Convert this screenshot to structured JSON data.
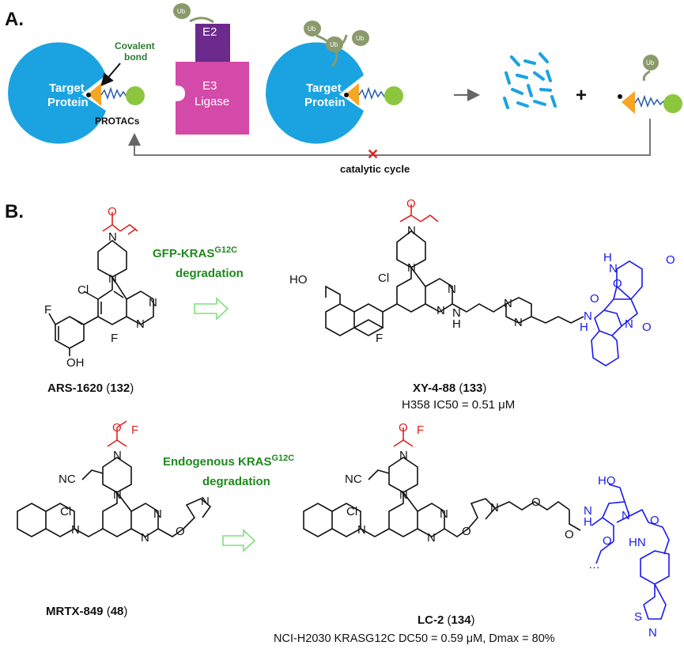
{
  "panel_a": {
    "label": "A.",
    "covalent_bond": [
      "Covalent",
      "bond"
    ],
    "target_protein": [
      "Target",
      "Protein"
    ],
    "protacs": "PROTACs",
    "e2": "E2",
    "e3": [
      "E3",
      "Ligase"
    ],
    "ub": "Ub",
    "catalytic_cycle": "catalytic cycle",
    "plus": "+"
  },
  "panel_b": {
    "label": "B.",
    "arrow1_label": {
      "line1": "GFP-KRAS",
      "sup": "G12C",
      "line2": "degradation"
    },
    "arrow2_label": {
      "line1": "Endogenous KRAS",
      "sup": "G12C",
      "line2": "degradation"
    },
    "compounds": [
      {
        "name": "ARS-1620",
        "id": "132"
      },
      {
        "name": "XY-4-88",
        "id": "133",
        "activity": "H358 IC50 = 0.51 μM"
      },
      {
        "name": "MRTX-849",
        "id": "48"
      },
      {
        "name": "LC-2",
        "id": "134",
        "activity": "NCI-H2030 KRASG12C DC50 = 0.59 μM, Dmax = 80%"
      }
    ]
  },
  "colors": {
    "protein": "#1aa3e0",
    "ligase": "#d44aa8",
    "e2": "#6b2a8c",
    "ligand": "#f5a623",
    "green_ball": "#8cc63f",
    "ub": "#8a9a6a",
    "warhead": "#e02020",
    "degron": "#1a1aee",
    "arrow_text": "#1e8a1e",
    "hollow_arrow": "#7fe07f"
  }
}
